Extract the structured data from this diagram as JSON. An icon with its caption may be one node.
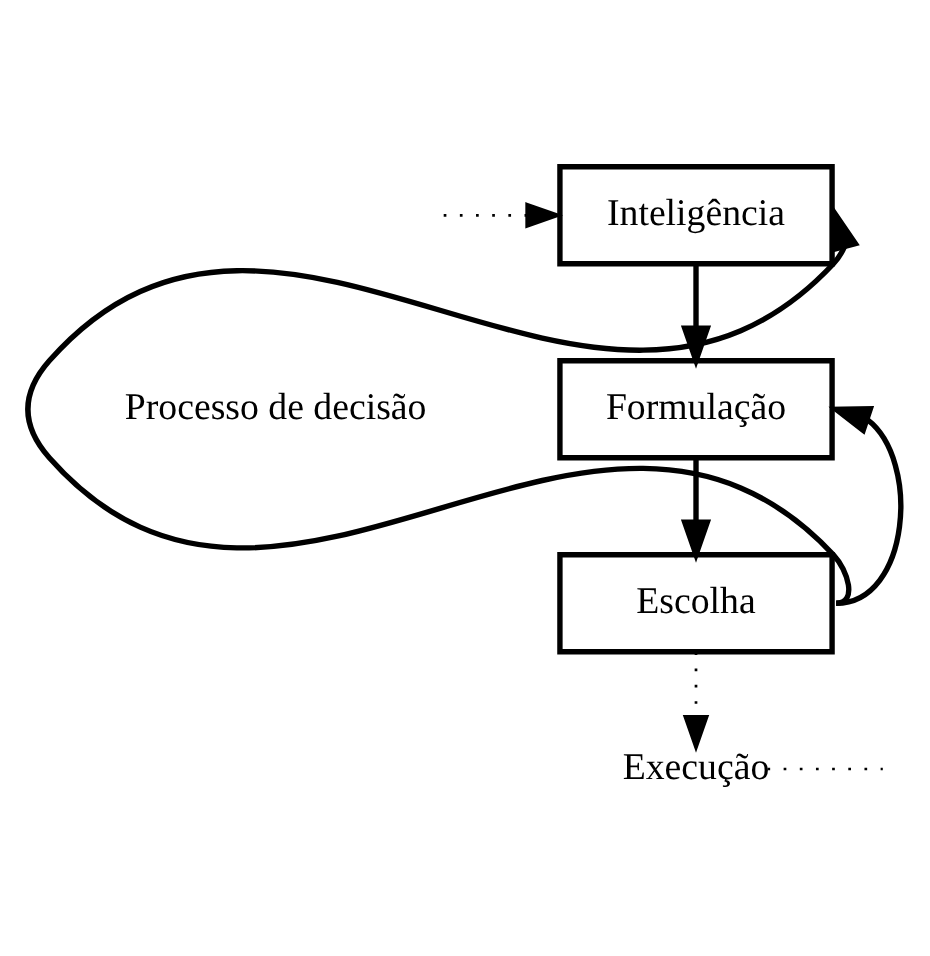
{
  "diagram": {
    "nodes": [
      {
        "text": [
          "Inteligência"
        ]
      },
      {
        "text": [
          "Formulação"
        ]
      },
      {
        "text": [
          "Escolha"
        ]
      },
      {
        "text": [
          "Execução"
        ]
      }
    ],
    "edges": [
      {
        "from": 0,
        "to": 1,
        "arrow": "to"
      },
      {
        "from": 1,
        "to": 2,
        "arrow": "to"
      },
      {
        "from": 2,
        "to": 0,
        "arrow": "to"
      },
      {
        "from": 2,
        "to": 1,
        "arrow": "to"
      },
      {
        "from": null,
        "to": 0,
        "arrow": "to",
        "style": "dashed"
      },
      {
        "from": 2,
        "to": 3,
        "arrow": "to",
        "style": "dashed"
      },
      {
        "from": 3,
        "to": null,
        "arrow": "none",
        "style": "dashed"
      }
    ],
    "labels": [
      "Processo de decisão"
    ]
  }
}
